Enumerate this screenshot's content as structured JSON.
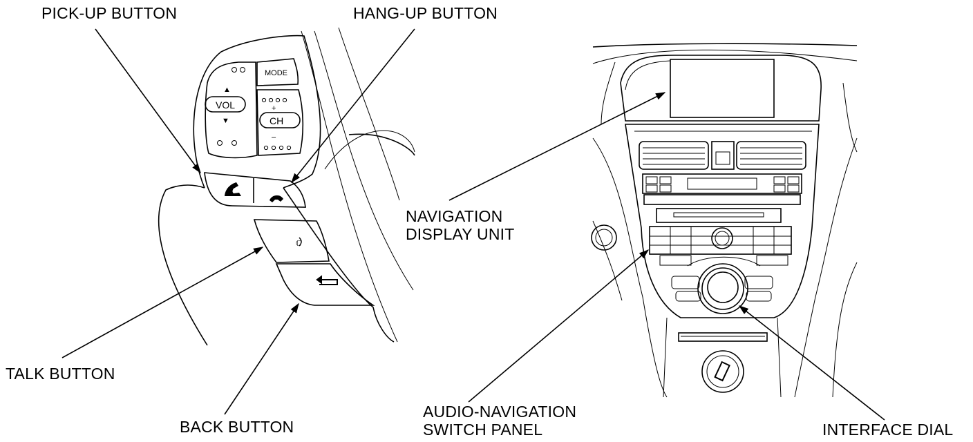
{
  "labels": {
    "pick_up": "PICK-UP BUTTON",
    "hang_up": "HANG-UP BUTTON",
    "talk": "TALK BUTTON",
    "back": "BACK BUTTON",
    "nav_display_1": "NAVIGATION",
    "nav_display_2": "DISPLAY UNIT",
    "audio_nav_1": "AUDIO-NAVIGATION",
    "audio_nav_2": "SWITCH PANEL",
    "interface_dial": "INTERFACE DIAL"
  },
  "steering_buttons": {
    "mode": "MODE",
    "vol": "VOL",
    "ch": "CH",
    "plus": "+",
    "minus": "–",
    "up": "▲",
    "down": "▼"
  }
}
